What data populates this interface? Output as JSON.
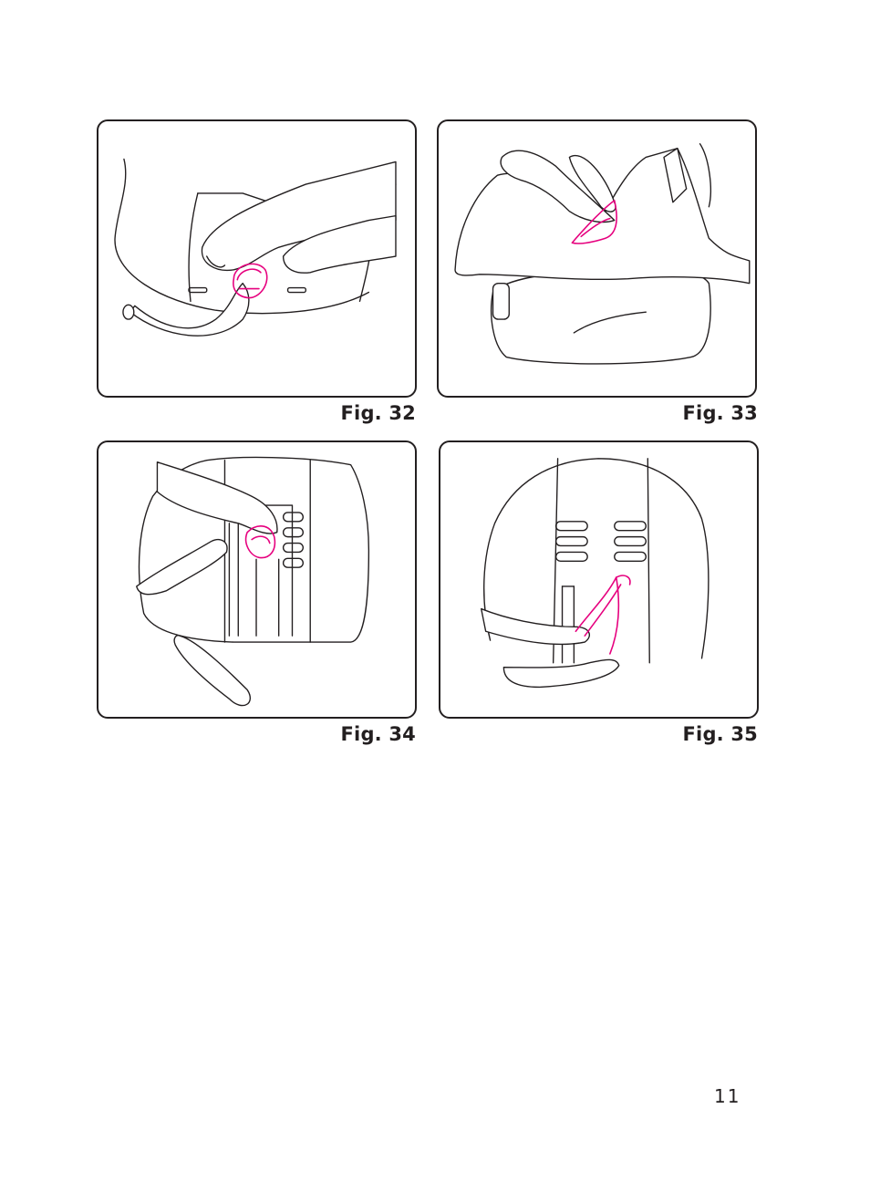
{
  "figures": [
    {
      "caption": "Fig. 32"
    },
    {
      "caption": "Fig. 33"
    },
    {
      "caption": "Fig. 34"
    },
    {
      "caption": "Fig. 35"
    }
  ],
  "page_number": "11",
  "colors": {
    "line": "#231f20",
    "highlight": "#e6007e"
  }
}
